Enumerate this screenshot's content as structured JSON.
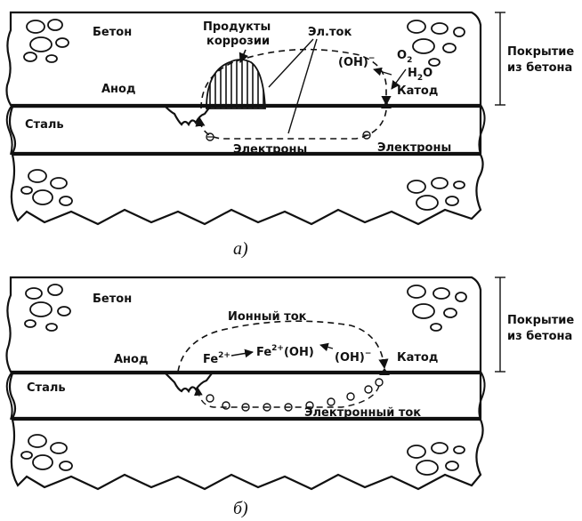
{
  "diagram_a": {
    "concrete_label": "Бетон",
    "corrosion_products": [
      "Продукты",
      "коррозии"
    ],
    "current_label": "Эл.ток",
    "hydroxide": "(OH)",
    "hydroxide_sup": "−",
    "oxygen": "O",
    "oxygen_sub": "2",
    "water": "H",
    "water_sub": "2",
    "water_tail": "O",
    "anode_label": "Анод",
    "cathode_label": "Катод",
    "steel_label": "Сталь",
    "electrons_left": "Электроны",
    "electrons_right": "Электроны",
    "cover_label": [
      "Покрытие",
      "из бетона"
    ],
    "caption": "а)"
  },
  "diagram_b": {
    "concrete_label": "Бетон",
    "ion_current_label": "Ионный ток",
    "fe_ion": "Fe",
    "fe_ion_sup": "2+",
    "fe_hydroxide": "Fe",
    "fe_hydroxide_sup": "2+",
    "fe_hydroxide_tail": "(OH)",
    "hydroxide": "(OH)",
    "hydroxide_sup": "−",
    "anode_label": "Анод",
    "cathode_label": "Катод",
    "steel_label": "Сталь",
    "electron_current_label": "Электронный ток",
    "cover_label": [
      "Покрытие",
      "из бетона"
    ],
    "caption": "б)"
  }
}
